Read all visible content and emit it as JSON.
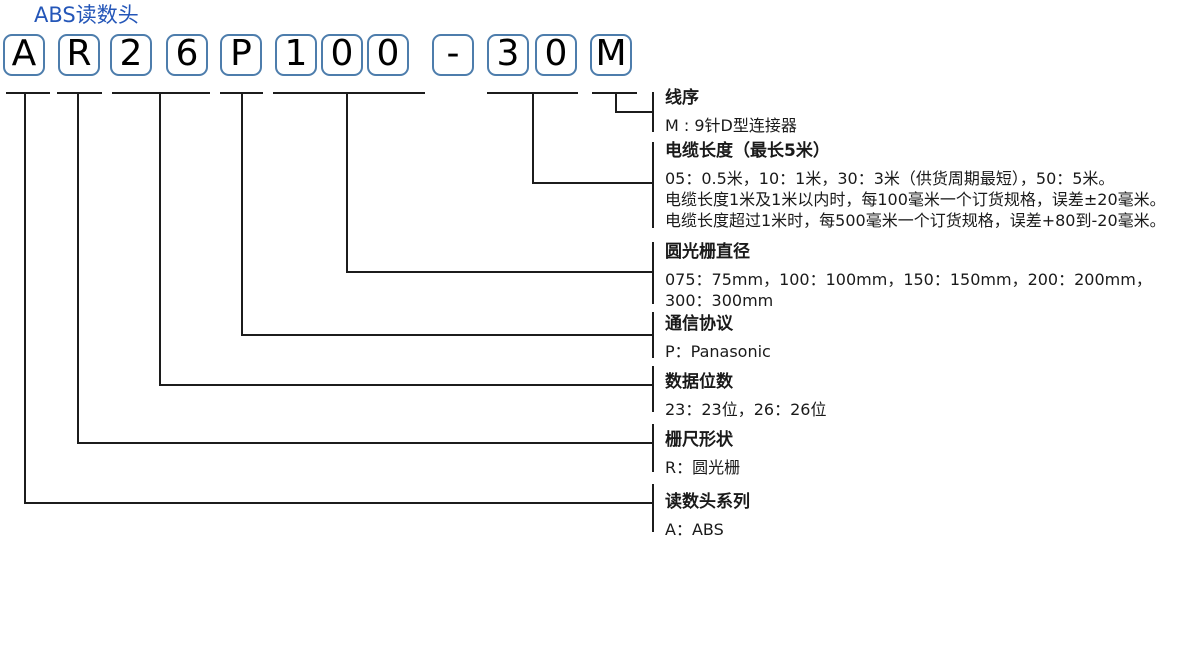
{
  "title": "ABS读数头",
  "code": {
    "model": "AR26P100-30M",
    "boxes": [
      {
        "char": "A"
      },
      {
        "char": "R"
      },
      {
        "char": "2"
      },
      {
        "char": "6"
      },
      {
        "char": "P"
      },
      {
        "char": "1"
      },
      {
        "char": "0"
      },
      {
        "char": "0"
      },
      {
        "char": "-"
      },
      {
        "char": "3"
      },
      {
        "char": "0"
      },
      {
        "char": "M"
      }
    ]
  },
  "legend": [
    {
      "title": "线序",
      "lines": [
        "M : 9针D型连接器"
      ]
    },
    {
      "title": "电缆长度（最长5米）",
      "lines": [
        "05：0.5米，10：1米，30：3米（供货周期最短），50：5米。",
        "电缆长度1米及1米以内时，每100毫米一个订货规格，误差±20毫米。",
        "电缆长度超过1米时，每500毫米一个订货规格，误差+80到-20毫米。"
      ]
    },
    {
      "title": "圆光栅直径",
      "lines": [
        "075：75mm，100：100mm，150：150mm，200：200mm，",
        "300：300mm"
      ]
    },
    {
      "title": "通信协议",
      "lines": [
        "P：Panasonic"
      ]
    },
    {
      "title": "数据位数",
      "lines": [
        "23：23位，26：26位"
      ]
    },
    {
      "title": "栅尺形状",
      "lines": [
        "R：圆光栅"
      ]
    },
    {
      "title": "读数头系列",
      "lines": [
        "A：ABS"
      ]
    }
  ],
  "colors": {
    "title_blue": "#2456b8",
    "box_border_blue": "#4d7dac",
    "line_black": "#1c1c1c"
  }
}
